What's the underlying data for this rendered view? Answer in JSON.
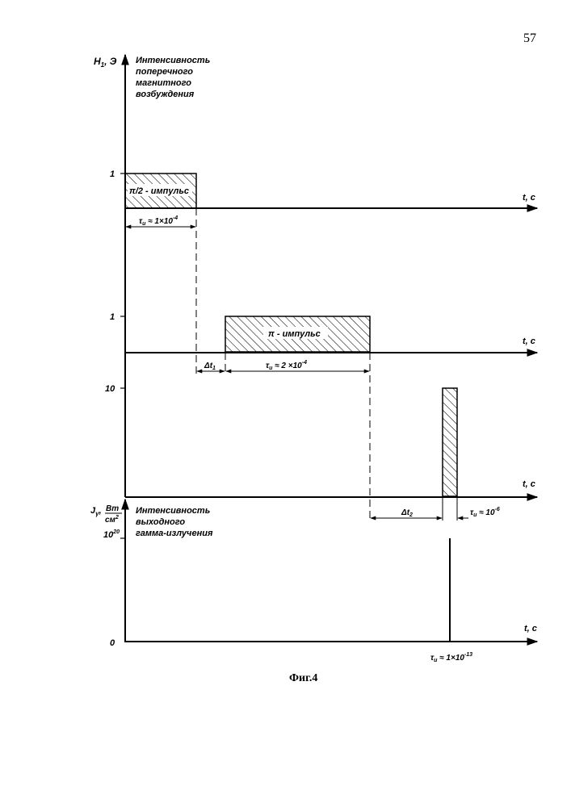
{
  "page_number": "57",
  "y_axis_top": {
    "symbol": "H",
    "subscript": "1",
    "unit": ", Э",
    "desc_lines": [
      "Интенсивность",
      "поперечного",
      "магнитного",
      "возбуждения"
    ]
  },
  "panel1": {
    "level_label": "1",
    "pulse_label": "π/2 - импульс",
    "axis_label": "t, с",
    "duration": {
      "sym": "τ",
      "sub": "u",
      "text": " ≈ 1×10",
      "exp": "-4"
    }
  },
  "panel2": {
    "level_label": "1",
    "pulse_label": "π - импульс",
    "axis_label": "t, с",
    "delay": {
      "text": "Δt",
      "sub": "1"
    },
    "duration": {
      "sym": "τ",
      "sub": "u",
      "text": " ≈ 2 ×10",
      "exp": "-4"
    }
  },
  "panel3": {
    "level_label": "10",
    "axis_label": "t, с",
    "delay": {
      "text": "Δt",
      "sub": "2"
    },
    "duration": {
      "sym": "τ",
      "sub": "u",
      "text": " ≈ 10",
      "exp": "-6"
    }
  },
  "y_axis_bottom": {
    "symbol": "J",
    "subscript": "γ",
    "unit_num": "Вт",
    "unit_den": "см",
    "unit_den_exp": "2",
    "desc_lines": [
      "Интенсивность",
      "выходного",
      "гамма-излучения"
    ],
    "level_label": "10",
    "level_exp": "20",
    "zero_label": "0",
    "axis_label": "t, с",
    "duration": {
      "sym": "τ",
      "sub": "u",
      "text": " ≈ 1×10",
      "exp": "-13"
    }
  },
  "caption": "Фиг.4"
}
